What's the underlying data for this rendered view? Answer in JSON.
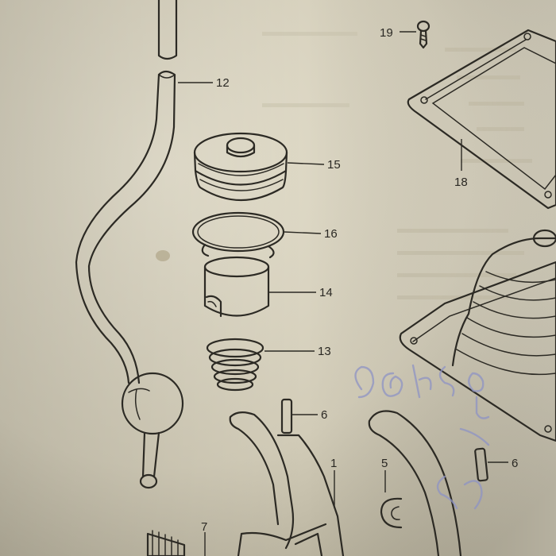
{
  "callouts": [
    {
      "id": "callout-12",
      "label": "12"
    },
    {
      "id": "callout-15",
      "label": "15"
    },
    {
      "id": "callout-16",
      "label": "16"
    },
    {
      "id": "callout-14",
      "label": "14"
    },
    {
      "id": "callout-13",
      "label": "13"
    },
    {
      "id": "callout-6a",
      "label": "6"
    },
    {
      "id": "callout-1",
      "label": "1"
    },
    {
      "id": "callout-7",
      "label": "7"
    },
    {
      "id": "callout-5",
      "label": "5"
    },
    {
      "id": "callout-6b",
      "label": "6"
    },
    {
      "id": "callout-19",
      "label": "19"
    },
    {
      "id": "callout-18",
      "label": "18"
    }
  ],
  "colors": {
    "paper": "#d9d4c2",
    "line": "#2c2a24",
    "handwriting": "#8e93c4"
  }
}
